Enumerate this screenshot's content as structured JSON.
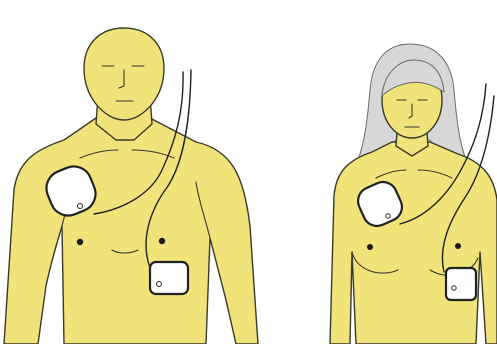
{
  "colors": {
    "background": "#ffffff",
    "skin": "#efe37a",
    "hair": "#d7d7d7",
    "outline": "#3a3a2a",
    "pad": "#ffffff"
  },
  "figures": [
    {
      "label": "",
      "sex": "male",
      "pads": [
        "right-upper-chest",
        "left-lower-side"
      ]
    },
    {
      "label": "",
      "sex": "female",
      "pads": [
        "right-upper-chest",
        "left-lower-side"
      ]
    }
  ]
}
